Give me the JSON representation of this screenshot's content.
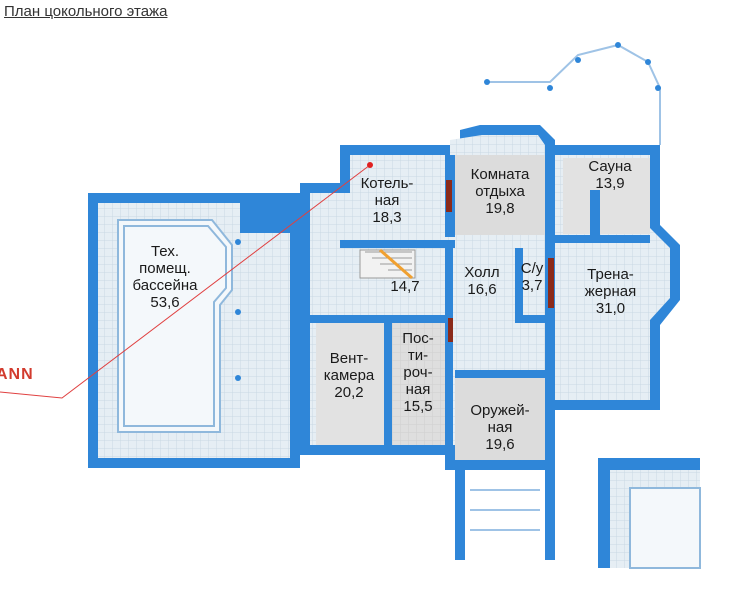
{
  "title": "План цокольного этажа",
  "watermark": "ANN",
  "colors": {
    "wall": "#2f86d8",
    "floor_tile": "#d8e6ef",
    "room_grey": "#dcdcdc",
    "pool_light": "#eef5fa"
  },
  "rooms": [
    {
      "name": "Тех.\nпомещ.\nбассейна",
      "area": "53,6"
    },
    {
      "name": "Котель-\nная",
      "area": "18,3"
    },
    {
      "name": "Комната\nотдыха",
      "area": "19,8"
    },
    {
      "name": "Сауна",
      "area": "13,9"
    },
    {
      "name": "",
      "area": "14,7"
    },
    {
      "name": "Холл",
      "area": "16,6"
    },
    {
      "name": "С/у",
      "area": "3,7"
    },
    {
      "name": "Трена-\nжерная",
      "area": "31,0"
    },
    {
      "name": "Вент-\nкамера",
      "area": "20,2"
    },
    {
      "name": "Пос-\nти-\nроч-\nная",
      "area": "15,5"
    },
    {
      "name": "Оружей-\nная",
      "area": "19,6"
    }
  ]
}
